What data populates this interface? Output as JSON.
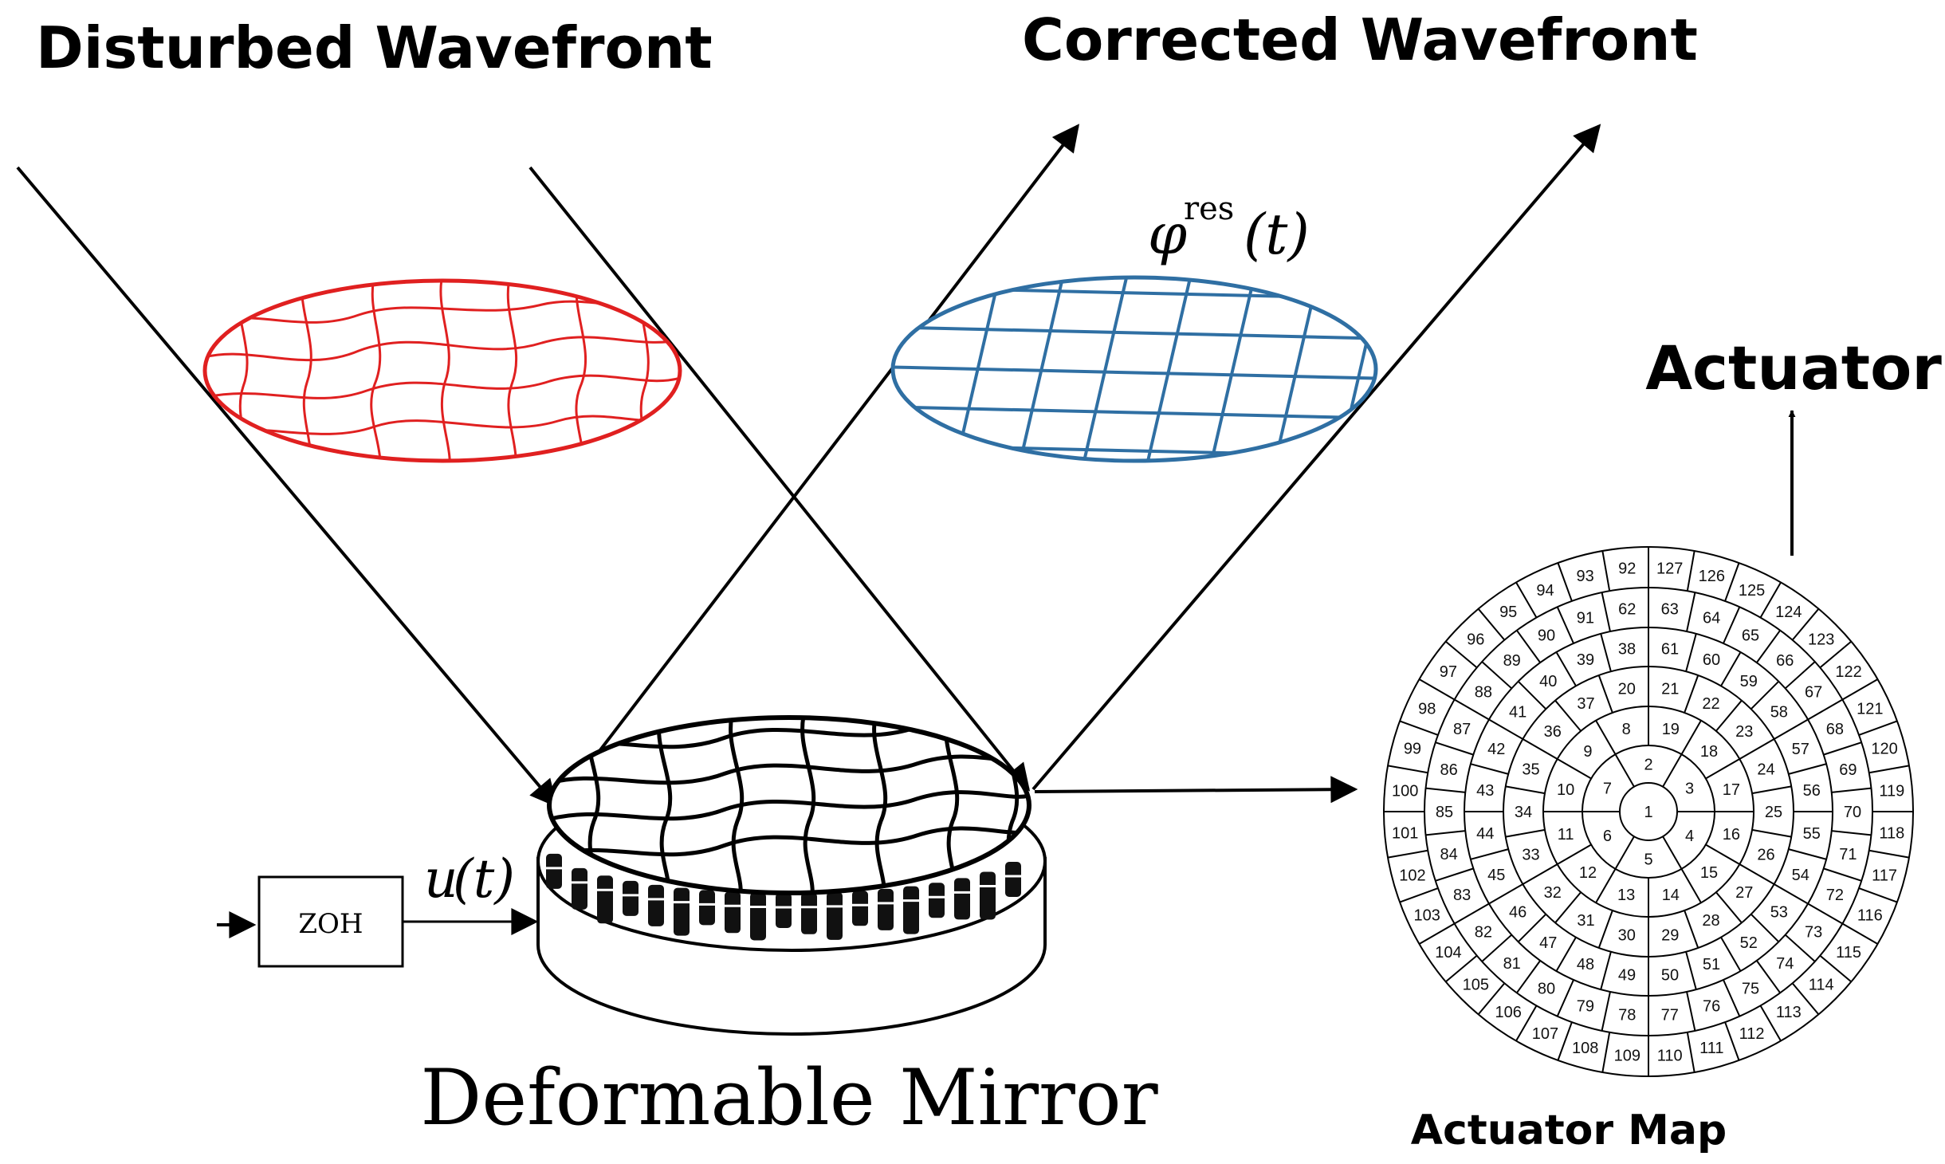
{
  "labels": {
    "disturbed": "Disturbed Wavefront",
    "corrected": "Corrected Wavefront",
    "actuator": "Actuator",
    "mirror": "Deformable Mirror",
    "map": "Actuator Map",
    "zoh": "ZOH",
    "u_func": "u",
    "u_arg": "(t)",
    "phi": "φ",
    "phi_sup": "res",
    "phi_arg": "(t)"
  },
  "colors": {
    "disturbed_wavefront": "#e02020",
    "corrected_wavefront": "#2f6fa3",
    "lines": "#000000"
  },
  "actuator_map": {
    "rings": [
      [
        "1"
      ],
      [
        "2",
        "3",
        "4",
        "5",
        "6",
        "7"
      ],
      [
        "8",
        "9",
        "10",
        "11",
        "12",
        "13",
        "14",
        "15",
        "16",
        "17",
        "18",
        "19"
      ],
      [
        "20",
        "21",
        "22",
        "23",
        "24",
        "25",
        "26",
        "27",
        "28",
        "29",
        "30",
        "31",
        "32",
        "33",
        "34",
        "35",
        "36",
        "37"
      ],
      [
        "38",
        "39",
        "40",
        "41",
        "42",
        "43",
        "44",
        "45",
        "46",
        "47",
        "48",
        "49",
        "50",
        "51",
        "52",
        "53",
        "54",
        "55",
        "56",
        "57",
        "58",
        "59",
        "60",
        "61"
      ],
      [
        "62",
        "63",
        "64",
        "65",
        "66",
        "67",
        "68",
        "69",
        "70",
        "71",
        "72",
        "73",
        "74",
        "75",
        "76",
        "77",
        "78",
        "79",
        "80",
        "81",
        "82",
        "83",
        "84",
        "85",
        "86",
        "87",
        "88",
        "89",
        "90",
        "91"
      ],
      [
        "92",
        "93",
        "94",
        "95",
        "96",
        "97",
        "98",
        "99",
        "100",
        "101",
        "102",
        "103",
        "104",
        "105",
        "106",
        "107",
        "108",
        "109",
        "110",
        "111",
        "112",
        "113",
        "114",
        "115",
        "116",
        "117",
        "118",
        "119",
        "120",
        "121",
        "122",
        "123",
        "124",
        "125",
        "126",
        "127"
      ]
    ]
  }
}
